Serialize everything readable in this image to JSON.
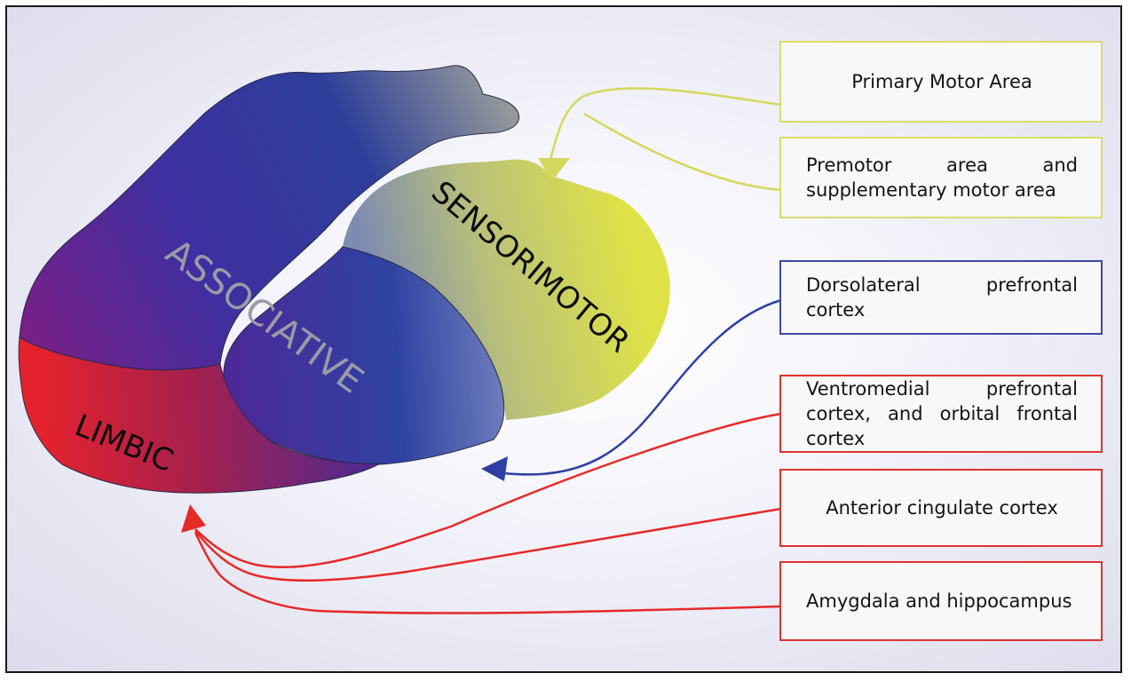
{
  "regions": {
    "associative": "ASSOCIATIVE",
    "sensorimotor": "SENSORIMOTOR",
    "limbic": "LIMBIC"
  },
  "labels": {
    "primary_motor": "Primary Motor Area",
    "premotor": "Premotor area and supplementary motor area",
    "dorsolateral": "Dorsolateral prefrontal cortex",
    "ventromedial": "Ventromedial prefrontal cortex, and orbital frontal cortex",
    "anterior_cingulate": "Anterior cingulate cortex",
    "amygdala": "Amygdala and hippocampus"
  },
  "colors": {
    "sensorimotor": "#dde34a",
    "associative": "#2d3a9c",
    "limbic": "#e1202a",
    "sensorimotor_arrow": "#d4d85c",
    "associative_arrow": "#2f3fa3",
    "limbic_arrow": "#e52a28"
  }
}
